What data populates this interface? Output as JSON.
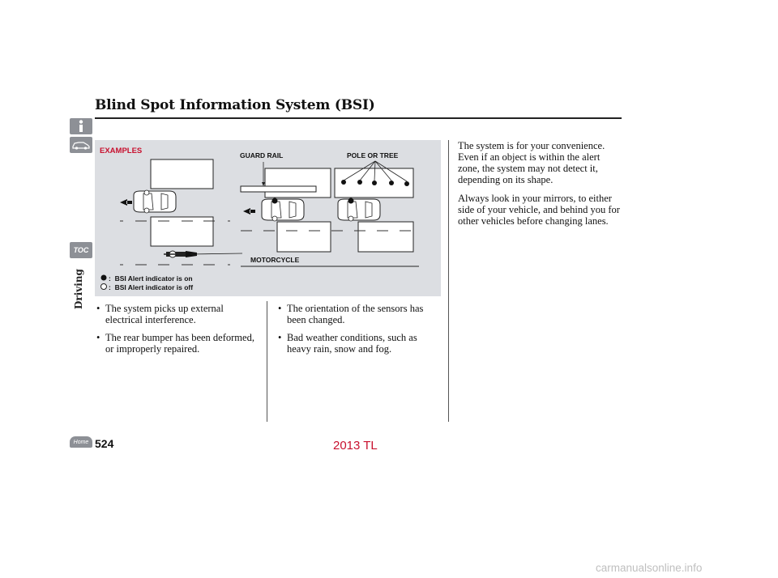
{
  "header": {
    "title": "Blind Spot Information System (BSI)"
  },
  "sidebar": {
    "tabs": [
      {
        "icon": "info-icon"
      },
      {
        "icon": "car-icon"
      },
      {
        "icon": "toc-icon",
        "label": "TOC"
      }
    ],
    "section_label": "Driving"
  },
  "figure": {
    "examples_label": "EXAMPLES",
    "guard_rail_label": "GUARD RAIL",
    "pole_label": "POLE OR TREE",
    "motorcycle_label": "MOTORCYCLE",
    "legend": [
      {
        "symbol": "filled-circle-icon",
        "separator": ":",
        "text": "BSI Alert indicator is on"
      },
      {
        "symbol": "hollow-circle-icon",
        "separator": ":",
        "text": "BSI Alert indicator is off"
      }
    ]
  },
  "body": {
    "right_paragraphs": [
      "The system is for your convenience. Even if an object is within the alert zone, the system may not detect it, depending on its shape.",
      "Always look in your mirrors, to either side of your vehicle, and behind you for other vehicles before changing lanes."
    ],
    "bullets_col1": [
      "The system picks up external electrical interference.",
      "The rear bumper has been deformed, or improperly repaired."
    ],
    "bullets_col2": [
      "The orientation of the sensors has been changed.",
      "Bad weather conditions, such as heavy rain, snow and fog."
    ]
  },
  "footer": {
    "page_number": "524",
    "home_label": "Home",
    "model": "2013 TL",
    "watermark": "carmanualsonline.info"
  },
  "colors": {
    "accent": "#c8102e",
    "figure_bg": "#dcdee2",
    "tab_gray": "#8d9096"
  }
}
